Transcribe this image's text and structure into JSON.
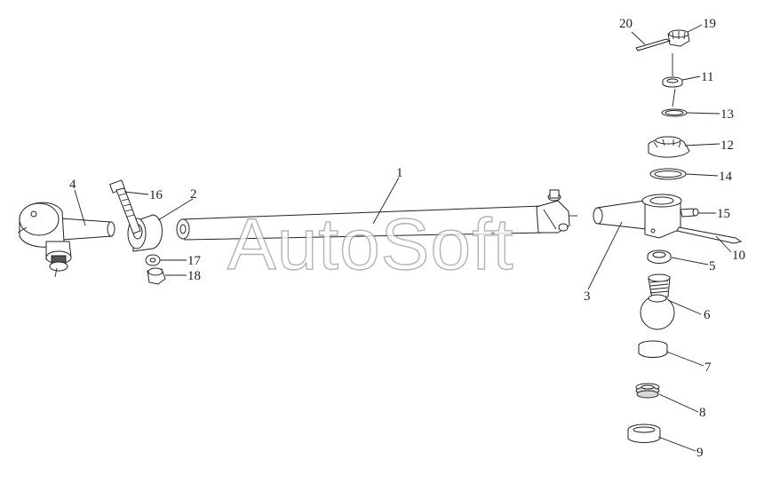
{
  "watermark": "AutoSoft",
  "callouts": {
    "c1": "1",
    "c2": "2",
    "c3": "3",
    "c4": "4",
    "c5": "5",
    "c6": "6",
    "c7": "7",
    "c8": "8",
    "c9": "9",
    "c10": "10",
    "c11": "11",
    "c12": "12",
    "c13": "13",
    "c14": "14",
    "c15": "15",
    "c16": "16",
    "c17": "17",
    "c18": "18",
    "c19": "19",
    "c20": "20"
  }
}
